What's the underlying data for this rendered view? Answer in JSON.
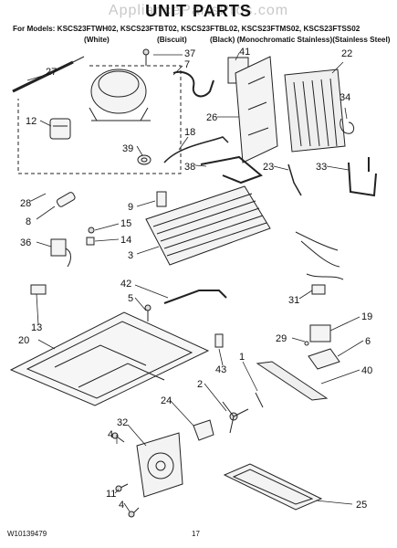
{
  "header": {
    "title": "UNIT PARTS",
    "watermark": "AppliancePartsPros.com",
    "models_label": "For Models: KSCS23FTWH02, KSCS23FTBT02, KSCS23FTBL02, KSCS23FTMS02, KSCS23FTSS02",
    "variants": [
      "(White)",
      "(Biscuit)",
      "(Black) (Monochromatic Stainless)(Stainless Steel)"
    ]
  },
  "footer": {
    "doc_number": "W10139479",
    "page_number": "17"
  },
  "callouts": [
    "1",
    "2",
    "3",
    "4",
    "5",
    "6",
    "7",
    "8",
    "9",
    "11",
    "12",
    "13",
    "14",
    "15",
    "18",
    "19",
    "20",
    "22",
    "23",
    "24",
    "25",
    "26",
    "27",
    "28",
    "29",
    "31",
    "32",
    "33",
    "34",
    "36",
    "37",
    "38",
    "39",
    "40",
    "41",
    "42",
    "43"
  ]
}
